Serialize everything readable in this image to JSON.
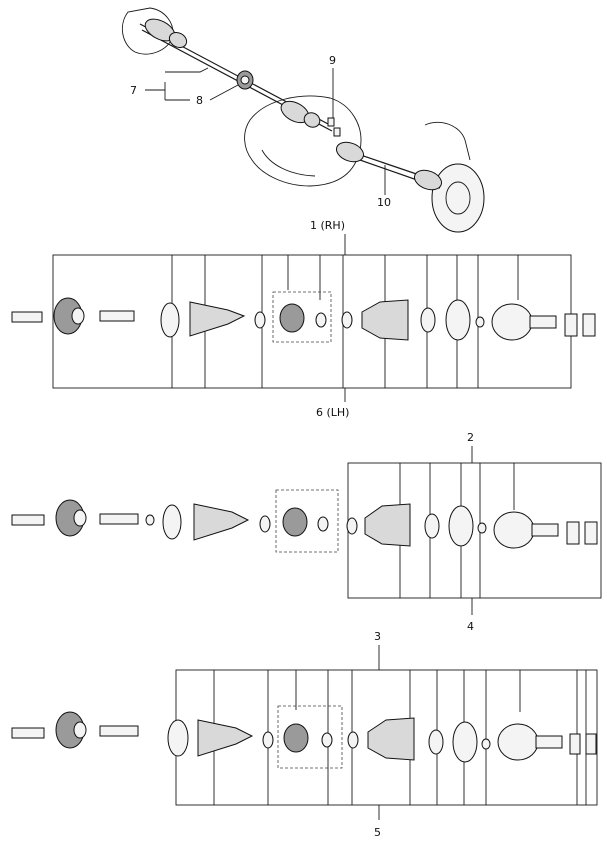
{
  "callouts": {
    "c1": "1 (RH)",
    "c2": "2",
    "c3": "3",
    "c4": "4",
    "c5": "5",
    "c6": "6 (LH)",
    "c7": "7",
    "c8": "8",
    "c9": "9",
    "c10": "10"
  },
  "colors": {
    "ink": "#1a1a1a",
    "paper": "#ffffff"
  }
}
